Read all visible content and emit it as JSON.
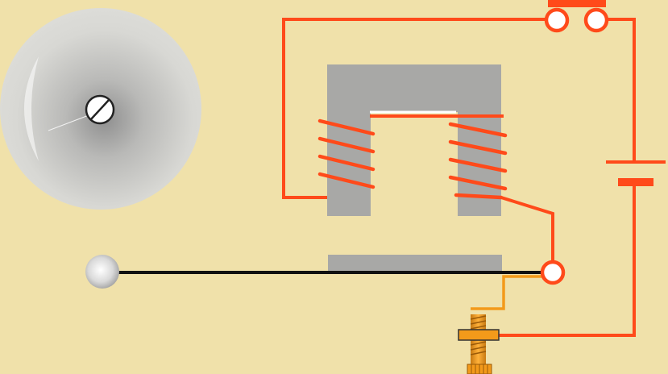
{
  "diagram": {
    "components": [
      "bell-gong",
      "gong-mount-screw",
      "electromagnet-core",
      "electromagnet-coil-left",
      "electromagnet-coil-right",
      "armature",
      "hammer-ball",
      "hammer-rod",
      "spring-contact",
      "contact-screw",
      "battery",
      "push-switch",
      "wire-circuit"
    ],
    "colors": {
      "background": "#f0e1aa",
      "wire": "#ff4a1a",
      "core": "#a8a8a6",
      "gong": "#d7d7d2",
      "rod": "#111111",
      "spring": "#f39a1a",
      "terminal_fill": "#ffffff"
    }
  }
}
